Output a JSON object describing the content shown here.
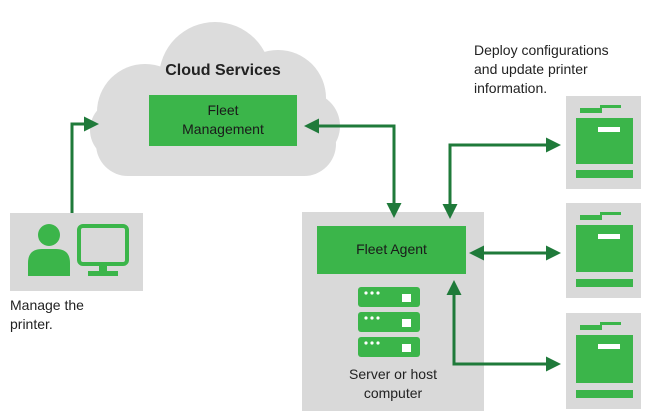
{
  "cloud": {
    "title": "Cloud Services"
  },
  "fleet_management": {
    "line1": "Fleet",
    "line2": "Management"
  },
  "fleet_agent": {
    "label": "Fleet Agent"
  },
  "server": {
    "line1": "Server or host",
    "line2": "computer"
  },
  "user": {
    "line1": "Manage the",
    "line2": "printer."
  },
  "printers": {
    "line1": "Deploy configurations",
    "line2": "and update printer",
    "line3": "information."
  },
  "colors": {
    "green": "#3bb54a",
    "dark_green": "#1f7a3a",
    "gray": "#d9d9d9",
    "cloud": "#dcdcdc"
  },
  "icons": [
    "user-icon",
    "monitor-icon",
    "server-icon",
    "printer-icon"
  ]
}
